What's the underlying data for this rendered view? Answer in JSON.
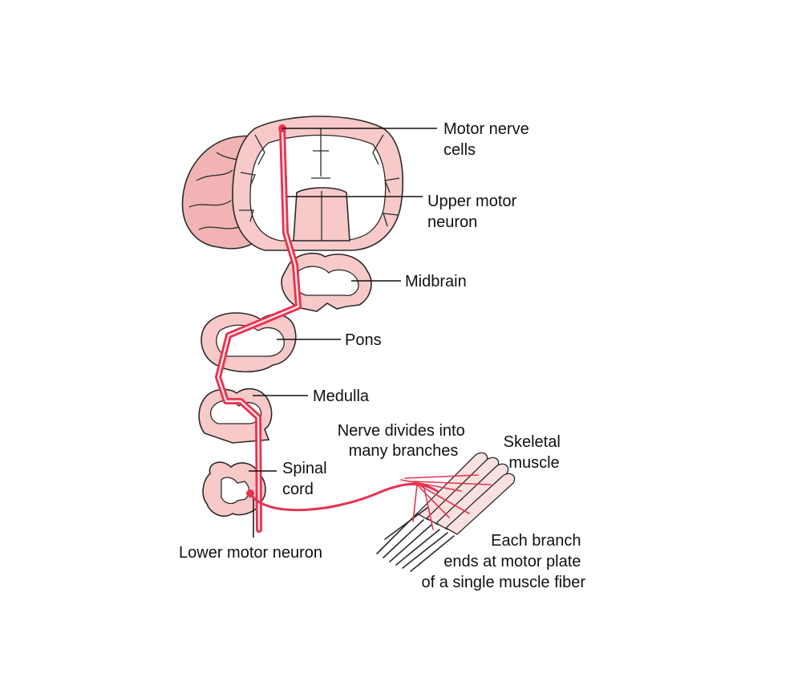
{
  "labels": {
    "motor_nerve_cells": [
      "Motor nerve",
      "cells"
    ],
    "upper_motor_neuron": [
      "Upper motor",
      "neuron"
    ],
    "midbrain": "Midbrain",
    "pons": "Pons",
    "medulla": "Medulla",
    "nerve_divides": [
      "Nerve divides into",
      "many branches"
    ],
    "skeletal_muscle": [
      "Skeletal",
      "muscle"
    ],
    "spinal_cord": [
      "Spinal",
      "cord"
    ],
    "lower_motor_neuron": "Lower motor neuron",
    "each_branch": [
      "Each branch",
      "ends at motor plate",
      "of a single muscle fiber"
    ]
  },
  "colors": {
    "tissue": "#f7c9c9",
    "nerve": "#e8324e",
    "text": "#111111"
  }
}
